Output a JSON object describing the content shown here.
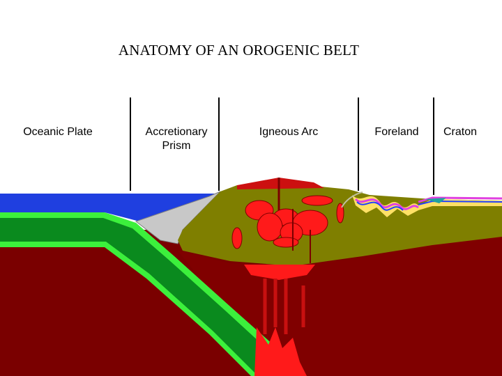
{
  "title": "ANATOMY OF AN OROGENIC BELT",
  "zones": {
    "oceanic_plate": "Oceanic Plate",
    "accretionary_prism_line1": "Accretionary",
    "accretionary_prism_line2": "Prism",
    "igneous_arc": "Igneous Arc",
    "foreland": "Foreland",
    "craton": "Craton"
  },
  "colors": {
    "ocean": "#1f3fe0",
    "oceanic_crust": "#0a8a1e",
    "plate_edge": "#3cf03c",
    "mantle": "#7a0000",
    "arc_crust": "#7f7f00",
    "prism": "#c8c8c8",
    "magma": "#ff1a1a"
  }
}
